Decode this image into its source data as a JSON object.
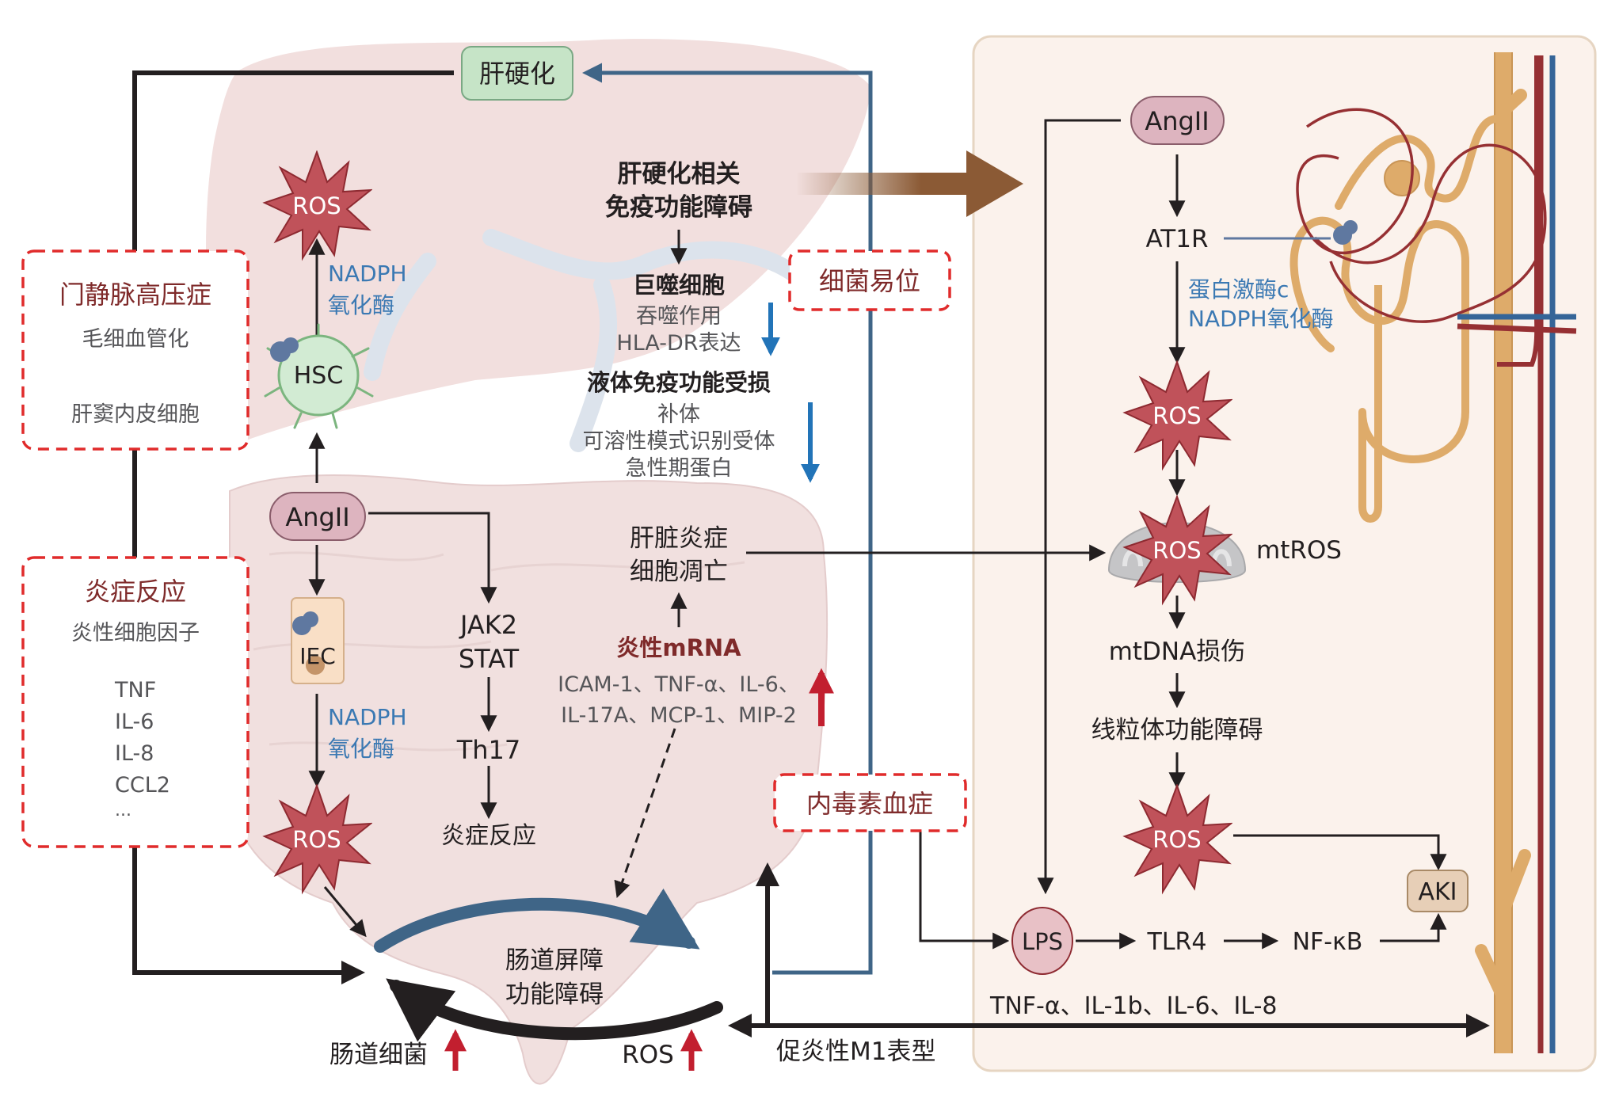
{
  "colors": {
    "liver_bg": "#f2dfde",
    "intestine_bg": "#f1e0df",
    "panel_bg": "#fbf2ec",
    "panel_border": "#e6d5c2",
    "cirrhosis_box": "#c6e4c7",
    "cirrhosis_border": "#7aa884",
    "ros_star": "#c0525a",
    "ros_border": "#8e2a31",
    "angii_fill": "#ddb4bf",
    "dashed_red": "#e02b2b",
    "blue_path": "#3f6587",
    "brown_arrow": "#8b5a35",
    "red_up": "#c21f2f",
    "blue_down": "#2274b8",
    "kidney_tube": "#deab6a",
    "kidney_red": "#963033",
    "kidney_blue": "#356598",
    "aki_fill": "#e7cfb7",
    "lps_fill": "#e8c1c6"
  },
  "top": {
    "cirrhosis": "肝硬化"
  },
  "left": {
    "portal_hypertension": {
      "title": "门静脉高压症",
      "line1": "毛细血管化",
      "line2": "肝窦内皮细胞"
    },
    "inflammation": {
      "title": "炎症反应",
      "subtitle": "炎性细胞因子",
      "cytokines": [
        "TNF",
        "IL-6",
        "IL-8",
        "CCL2",
        "..."
      ]
    }
  },
  "liver": {
    "ros": "ROS",
    "nadph_1": "NADPH",
    "nadph_2": "氧化酶",
    "hsc": "HSC",
    "angii": "AngII",
    "iec": "IEC",
    "iec_nadph_1": "NADPH",
    "iec_nadph_2": "氧化酶",
    "iec_ros": "ROS",
    "jak2": "JAK2",
    "stat": "STAT",
    "th17": "Th17",
    "th17_result": "炎症反应"
  },
  "center": {
    "immune_1": "肝硬化相关",
    "immune_2": "免疫功能障碍",
    "macrophage": "巨噬细胞",
    "phagocytosis": "吞噬作用",
    "hla": "HLA-DR表达",
    "humoral": "液体免疫功能受损",
    "complement": "补体",
    "prr": "可溶性模式识别受体",
    "acute_phase": "急性期蛋白",
    "hepatic_1": "肝脏炎症",
    "hepatic_2": "细胞凋亡",
    "mrna_title": "炎性mRNA",
    "mrna_1": "ICAM-1、TNF-α、IL-6、",
    "mrna_2": "IL-17A、MCP-1、MIP-2",
    "bacterial_translocation": "细菌易位",
    "endotoxemia": "内毒素血症",
    "barrier_1": "肠道屏障",
    "barrier_2": "功能障碍",
    "gut_bacteria": "肠道细菌",
    "ros_bottom": "ROS",
    "m1": "促炎性M1表型"
  },
  "right": {
    "angii": "AngII",
    "at1r": "AT1R",
    "pkc": "蛋白激酶c",
    "nadph": "NADPH氧化酶",
    "ros1": "ROS",
    "ros2": "ROS",
    "mtros": "mtROS",
    "mtdna": "mtDNA损伤",
    "mito": "线粒体功能障碍",
    "ros3": "ROS",
    "aki": "AKI",
    "lps": "LPS",
    "tlr4": "TLR4",
    "nfkb": "NF-κB",
    "cytokines": "TNF-α、IL-1b、IL-6、IL-8"
  }
}
